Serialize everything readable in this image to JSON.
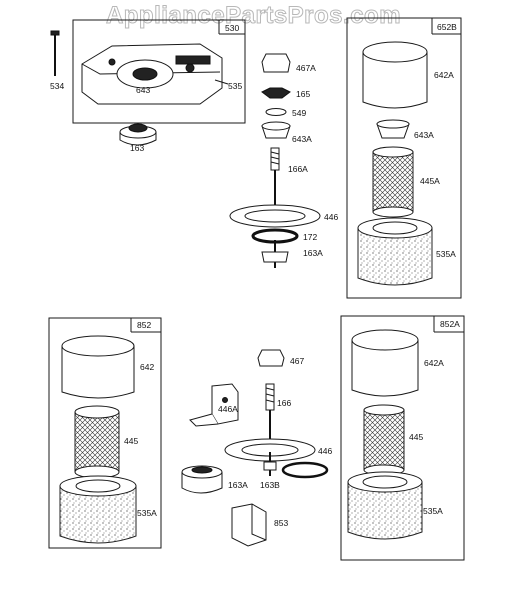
{
  "watermark": "AppliancePartsPros.com",
  "boxes": {
    "b530": "530",
    "b652B": "652B",
    "b852": "852",
    "b852A": "852A"
  },
  "parts": {
    "p534": "534",
    "p643": "643",
    "p535": "535",
    "p163": "163",
    "p467A": "467A",
    "p165": "165",
    "p549": "549",
    "p643A_mid": "643A",
    "p166A": "166A",
    "p446": "446",
    "p172": "172",
    "p163A_top": "163A",
    "p642A_top": "642A",
    "p643A_right": "643A",
    "p445A": "445A",
    "p535A_top": "535A",
    "p642": "642",
    "p445": "445",
    "p535A_left": "535A",
    "p467": "467",
    "p446A": "446A",
    "p166": "166",
    "p446_low": "446",
    "p163A_low": "163A",
    "p163B": "163B",
    "p853": "853",
    "p642A_bot": "642A",
    "p445_right": "445",
    "p535A_bot": "535A"
  }
}
